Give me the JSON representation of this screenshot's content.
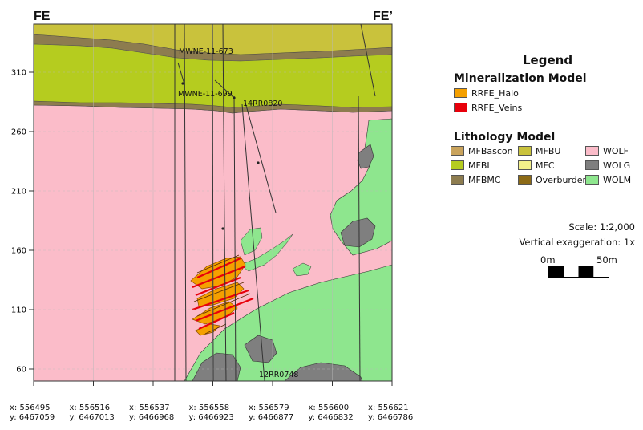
{
  "section": {
    "title_left": "FE",
    "title_right": "FE’",
    "y_ticks": [
      {
        "label": "310",
        "elev": 310
      },
      {
        "label": "260",
        "elev": 260
      },
      {
        "label": "210",
        "elev": 210
      },
      {
        "label": "160",
        "elev": 160
      },
      {
        "label": "110",
        "elev": 110
      },
      {
        "label": "60",
        "elev": 60
      }
    ],
    "x_ticks": [
      {
        "x": "x: 556495",
        "y": "y: 6467059"
      },
      {
        "x": "x: 556516",
        "y": "y: 6467013"
      },
      {
        "x": "x: 556537",
        "y": "y: 6466968"
      },
      {
        "x": "x: 556558",
        "y": "y: 6466923"
      },
      {
        "x": "x: 556579",
        "y": "y: 6466877"
      },
      {
        "x": "x: 556600",
        "y": "y: 6466832"
      },
      {
        "x": "x: 556621",
        "y": "y: 6466786"
      }
    ],
    "drillholes": [
      "MWNE-11-673",
      "MWNE-11-699",
      "14RR0820",
      "12RR0748"
    ]
  },
  "legend": {
    "title": "Legend",
    "mineralization_title": "Mineralization Model",
    "mineralization": [
      {
        "label": "RRFE_Halo",
        "color": "#f5a000"
      },
      {
        "label": "RRFE_Veins",
        "color": "#e8000b"
      }
    ],
    "lithology_title": "Lithology Model",
    "lithology": [
      {
        "label": "MFBascon",
        "color": "#c9a35c"
      },
      {
        "label": "MFBL",
        "color": "#b5cc1f"
      },
      {
        "label": "MFBMC",
        "color": "#8d7c4f"
      },
      {
        "label": "MFBU",
        "color": "#c9c23c"
      },
      {
        "label": "MFC",
        "color": "#f3f08a"
      },
      {
        "label": "Overburden",
        "color": "#8c6a16"
      },
      {
        "label": "WOLF",
        "color": "#fbbcc9"
      },
      {
        "label": "WOLG",
        "color": "#7f7f7f"
      },
      {
        "label": "WOLM",
        "color": "#8ee68e"
      }
    ]
  },
  "scale": {
    "text": "Scale: 1:2,000",
    "vertical_exaggeration": "Vertical exaggeration: 1x",
    "bar_start": "0m",
    "bar_end": "50m"
  }
}
